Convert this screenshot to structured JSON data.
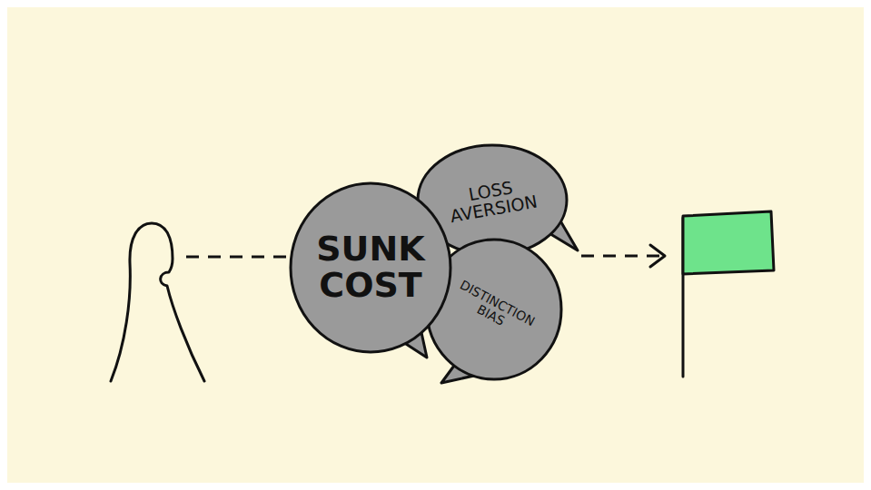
{
  "diagram": {
    "nodes": [
      {
        "text": [
          "SUNK COST"
        ]
      },
      {
        "text": [
          "LOSS AVERSION"
        ]
      },
      {
        "text": [
          "DISTINCTION BIAS"
        ]
      }
    ]
  }
}
